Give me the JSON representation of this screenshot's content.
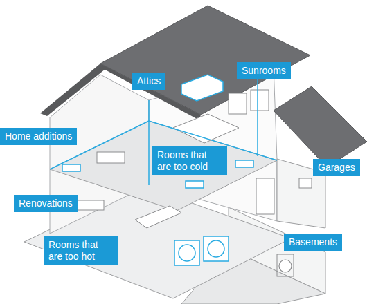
{
  "diagram": {
    "nodes": [
      {
        "text": [
          "Attics"
        ]
      },
      {
        "text": [
          "Sunrooms"
        ]
      },
      {
        "text": [
          "Home additions"
        ]
      },
      {
        "text": [
          "Rooms that are too cold"
        ]
      },
      {
        "text": [
          "Garages"
        ]
      },
      {
        "text": [
          "Renovations"
        ]
      },
      {
        "text": [
          "Rooms that are too hot"
        ]
      },
      {
        "text": [
          "Basements"
        ]
      }
    ]
  }
}
